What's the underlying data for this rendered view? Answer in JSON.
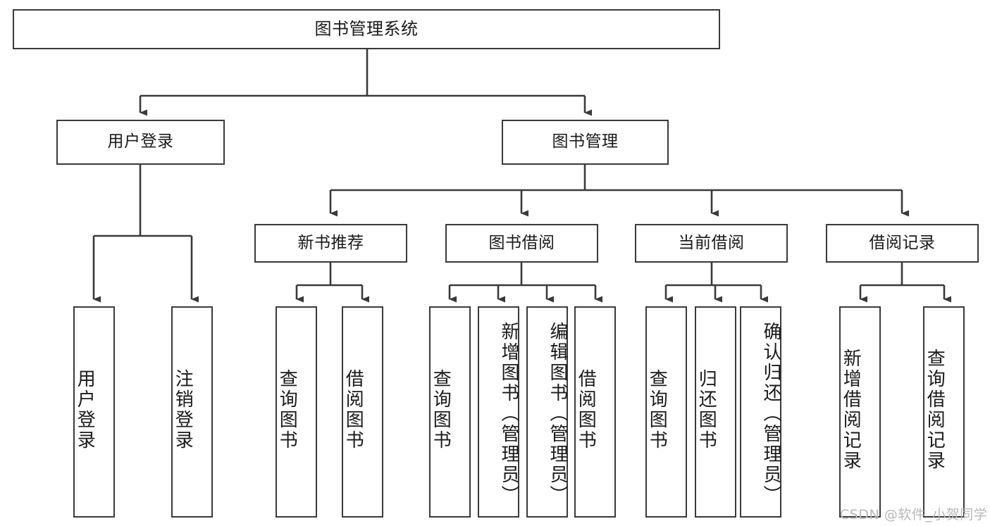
{
  "diagram": {
    "title": "图书管理系统",
    "type": "tree-hierarchy-chart",
    "watermark": "CSDN @软件_小贺同学",
    "colors": {
      "stroke": "#3a3a3a",
      "fill": "#ffffff",
      "text": "#1a1a1a",
      "watermark": "#b8b8b8"
    },
    "levels": {
      "level1": "root",
      "level2": "modules",
      "level3": "sub-modules",
      "level4": "operations"
    }
  },
  "nodes": {
    "root": {
      "label": "图书管理系统"
    },
    "user_login": {
      "label": "用户登录"
    },
    "book_manage": {
      "label": "图书管理"
    },
    "new_book_rec": {
      "label": "新书推荐"
    },
    "book_borrow": {
      "label": "图书借阅"
    },
    "current_borrow": {
      "label": "当前借阅"
    },
    "borrow_record": {
      "label": "借阅记录"
    },
    "leaf_user_login": {
      "label": "用户登录"
    },
    "leaf_logout": {
      "label": "注销登录"
    },
    "leaf_query_book_a": {
      "label": "查询图书"
    },
    "leaf_borrow_book_a": {
      "label": "借阅图书"
    },
    "leaf_query_book_b": {
      "label": "查询图书"
    },
    "leaf_add_book": {
      "label": "新增图书（管理员）"
    },
    "leaf_edit_book": {
      "label": "编辑图书（管理员）"
    },
    "leaf_borrow_book_b": {
      "label": "借阅图书"
    },
    "leaf_query_book_c": {
      "label": "查询图书"
    },
    "leaf_return_book": {
      "label": "归还图书"
    },
    "leaf_confirm_return": {
      "label": "确认归还（管理员）"
    },
    "leaf_add_record": {
      "label": "新增借阅记录"
    },
    "leaf_query_record": {
      "label": "查询借阅记录"
    }
  }
}
